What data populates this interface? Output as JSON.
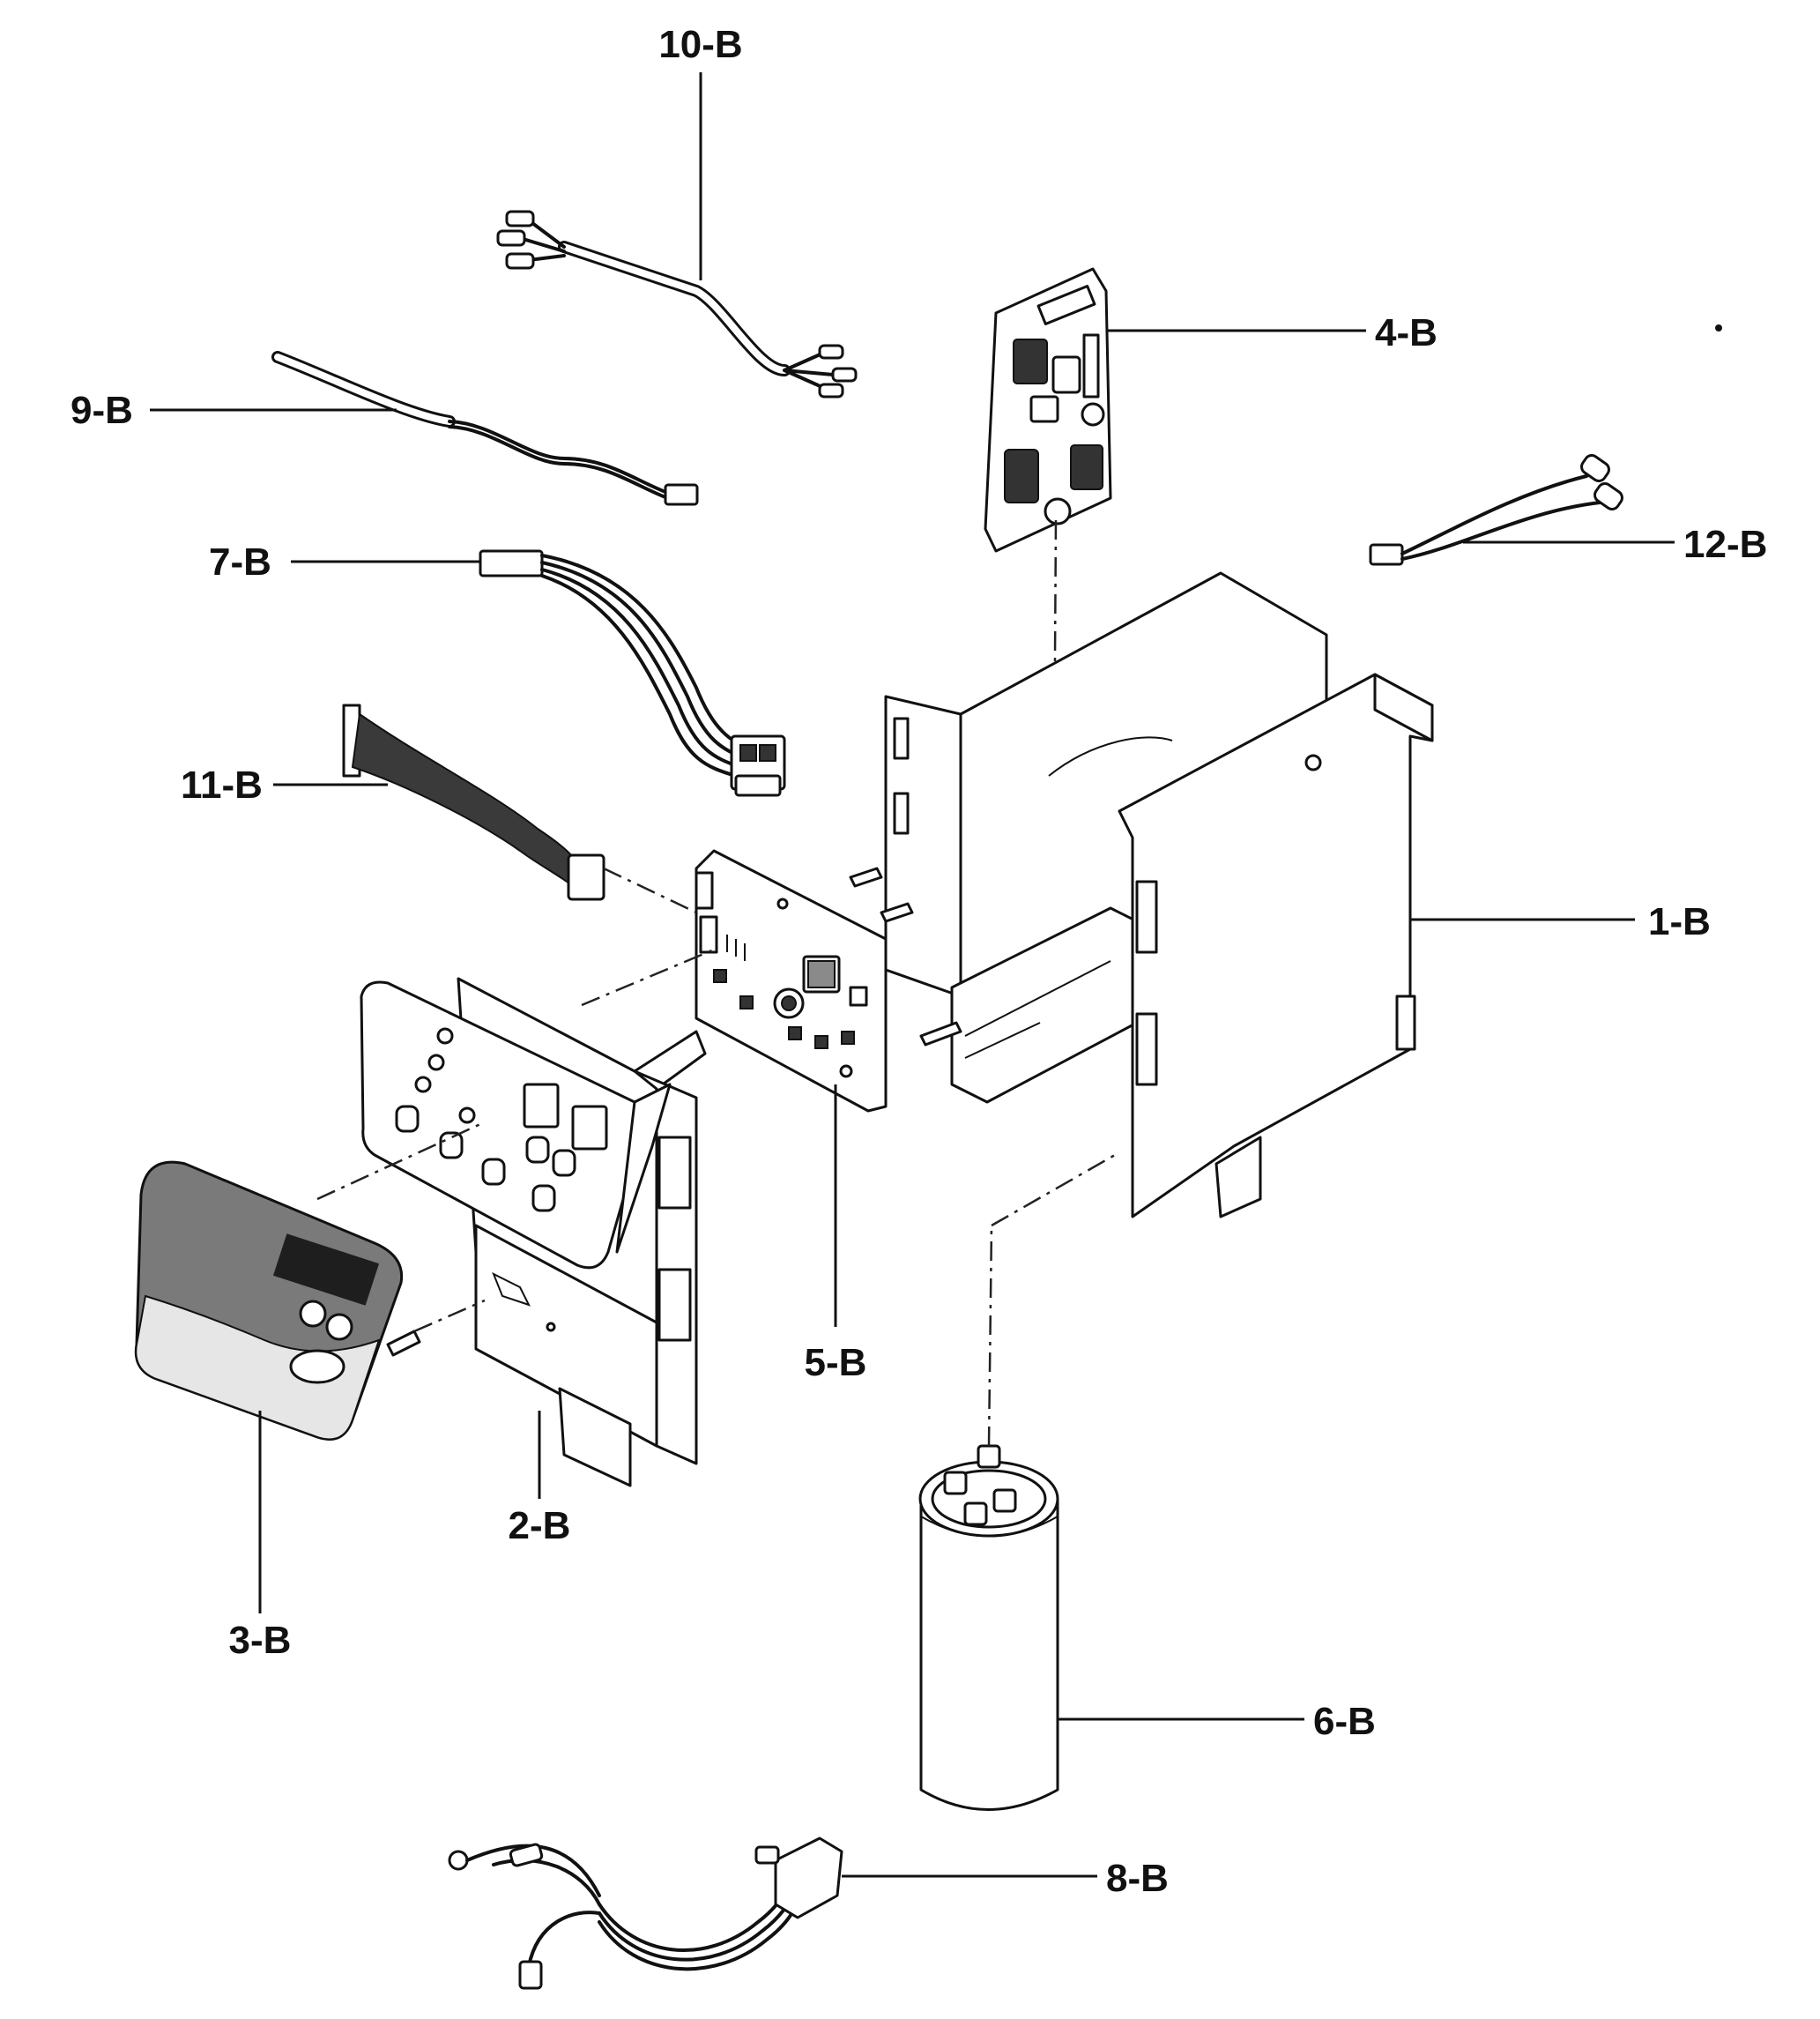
{
  "labels": {
    "part_1": "1-B",
    "part_2": "2-B",
    "part_3": "3-B",
    "part_4": "4-B",
    "part_5": "5-B",
    "part_6": "6-B",
    "part_7": "7-B",
    "part_8": "8-B",
    "part_9": "9-B",
    "part_10": "10-B",
    "part_11": "11-B",
    "part_12": "12-B"
  }
}
